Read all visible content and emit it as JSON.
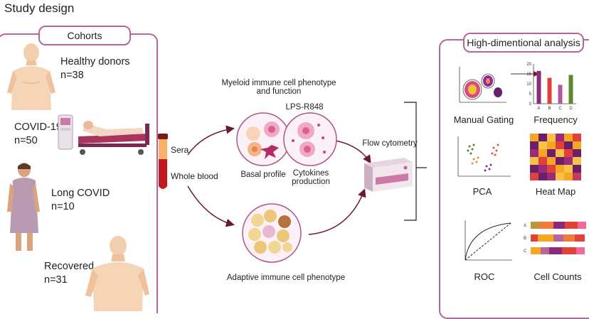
{
  "title": "Study design",
  "cohorts": {
    "tab_label": "Cohorts",
    "groups": [
      {
        "name": "Healthy donors",
        "n": "n=38"
      },
      {
        "name": "COVID-19",
        "n": "n=50"
      },
      {
        "name": "Long COVID",
        "n": "n=10"
      },
      {
        "name": "Recovered",
        "n": "n=31"
      }
    ]
  },
  "samples": {
    "sera": "Sera",
    "whole_blood": "Whole blood"
  },
  "myeloid": {
    "title_line1": "Myeloid immune cell phenotype",
    "title_line2": "and function",
    "stimulus": "LPS-R848",
    "basal": "Basal profile",
    "cytokines_line1": "Cytokines",
    "cytokines_line2": "production"
  },
  "adaptive": {
    "title": "Adaptive immune cell phenotype"
  },
  "flow": {
    "label": "Flow cytometry"
  },
  "analysis": {
    "tab_label": "High-dimentional analysis",
    "methods": [
      "Manual Gating",
      "Frequency",
      "PCA",
      "Heat Map",
      "ROC",
      "Cell Counts"
    ],
    "frequency_chart": {
      "categories": [
        "A",
        "B",
        "C",
        "D"
      ],
      "values": [
        16.5,
        13,
        9.5,
        14.5
      ],
      "yticks": [
        "0",
        "5",
        "10",
        "15",
        "20"
      ],
      "colors": [
        "#8e2a7a",
        "#e2403a",
        "#b0579f",
        "#5a8a2a"
      ]
    },
    "cell_counts_rows": [
      "A",
      "B",
      "C"
    ],
    "colors": {
      "panel_border": "#b5669a",
      "heat_dark": "#6b1f6b",
      "heat_orange": "#f5a623"
    }
  }
}
